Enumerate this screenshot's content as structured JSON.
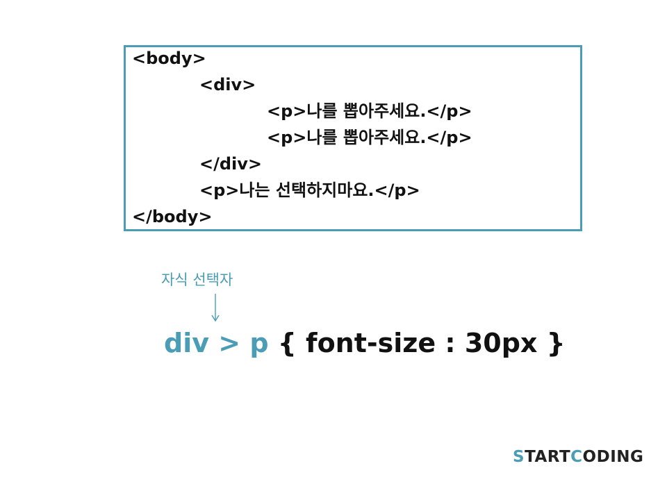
{
  "code_box": {
    "lines": [
      "<body>",
      "<div>",
      "<p>나를 뽑아주세요.</p>",
      "<p>나를 뽑아주세요.</p>",
      "</div>",
      "<p>나는 선택하지마요.</p>",
      "</body>"
    ]
  },
  "annotation": {
    "label": "자식 선택자"
  },
  "css_rule": {
    "selector_parent": "div",
    "combinator": ">",
    "selector_child": "p",
    "declaration": "{ font-size : 30px }"
  },
  "brand": {
    "s": "S",
    "tart": "TART",
    "c": "C",
    "oding": "ODING"
  },
  "colors": {
    "accent": "#4a9db5",
    "text": "#111111",
    "background": "#ffffff"
  },
  "icons": {
    "arrow": "down-arrow-icon"
  }
}
